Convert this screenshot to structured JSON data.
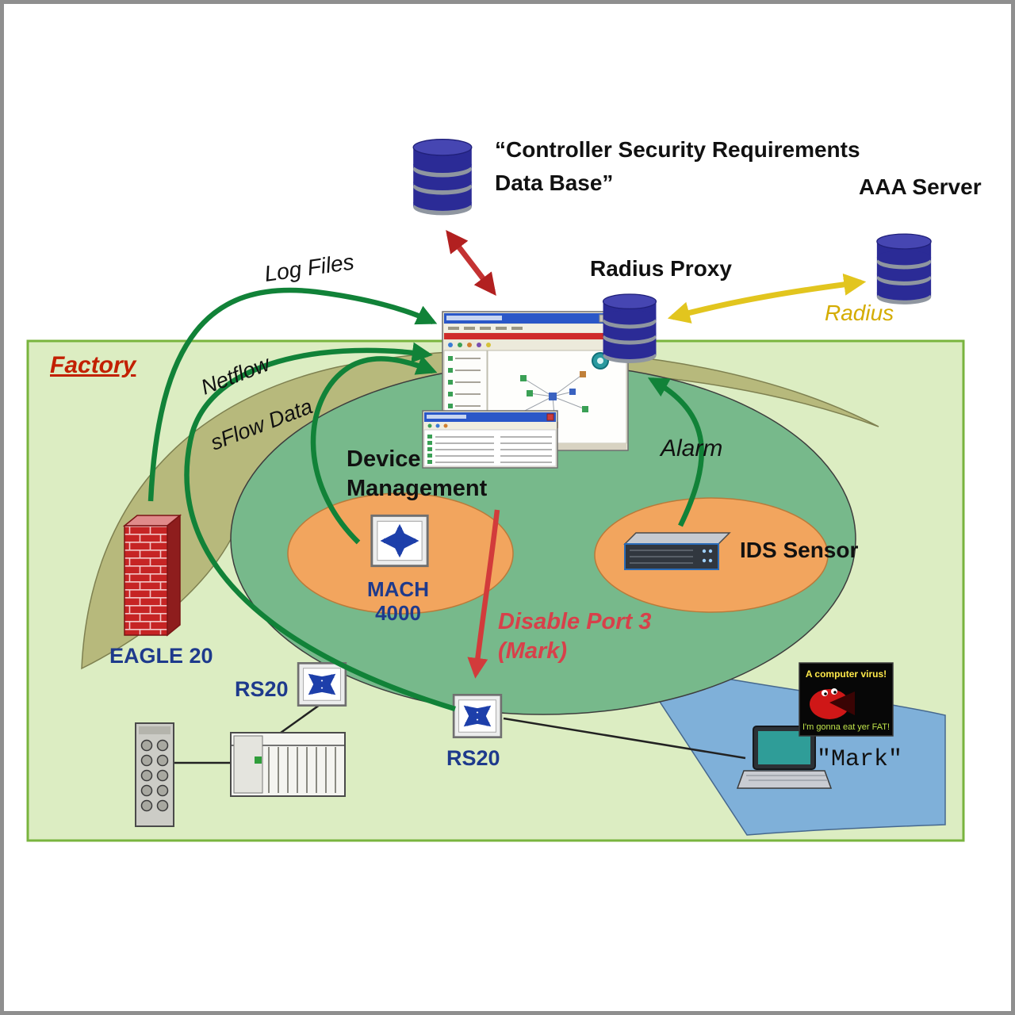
{
  "diagram": {
    "region_labels": {
      "factory": "Factory"
    },
    "nodes": {
      "controller_db_line1": "“Controller Security Requirements",
      "controller_db_line2": "Data Base”",
      "aaa_server": "AAA Server",
      "radius_proxy": "Radius Proxy",
      "device_mgmt_line1": "Device",
      "device_mgmt_line2": "Management",
      "mach_line1": "MACH",
      "mach_line2": "4000",
      "ids_sensor": "IDS Sensor",
      "eagle20": "EAGLE 20",
      "rs20_upper": "RS20",
      "rs20_lower": "RS20",
      "mark_laptop": "\"Mark\""
    },
    "flow_labels": {
      "log_files": "Log Files",
      "netflow": "Netflow",
      "sflow_data": "sFlow Data",
      "alarm": "Alarm",
      "radius": "Radius",
      "disable_port_line1": "Disable Port 3",
      "disable_port_line2": "(Mark)"
    },
    "virus_screen": {
      "line1": "A computer virus!",
      "line2": "I'm gonna eat yer FAT!"
    },
    "colors": {
      "factory_fill": "#dcedc2",
      "factory_border": "#79b43e",
      "perimeter_band": "#b7b97c",
      "control_zone": "#77b98b",
      "device_cell": "#f2a55e",
      "external_zone": "#7fb0d9",
      "database": "#2b2b96",
      "flow_green": "#118238",
      "alert_red": "#c43232",
      "disable_red": "#d23b3b",
      "radius_yellow": "#e2c51e",
      "label_navy": "#1e3a8c",
      "label_red": "#d8404a"
    }
  }
}
